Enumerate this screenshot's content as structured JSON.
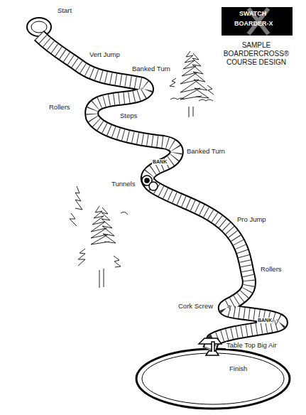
{
  "diagram": {
    "title": "SAMPLE BOARDERCROSS® COURSE DESIGN",
    "labels": [
      "SWATCH",
      "BOARDER-X",
      "Start",
      "Vert Jump",
      "Banked Turn",
      "Rollers",
      "Steps",
      "Banked Turn",
      "BANK",
      "Tunnels",
      "Pro Jump",
      "Rollers",
      "Cork Screw",
      "BANK",
      "Table Top Big Air",
      "Finish"
    ]
  }
}
